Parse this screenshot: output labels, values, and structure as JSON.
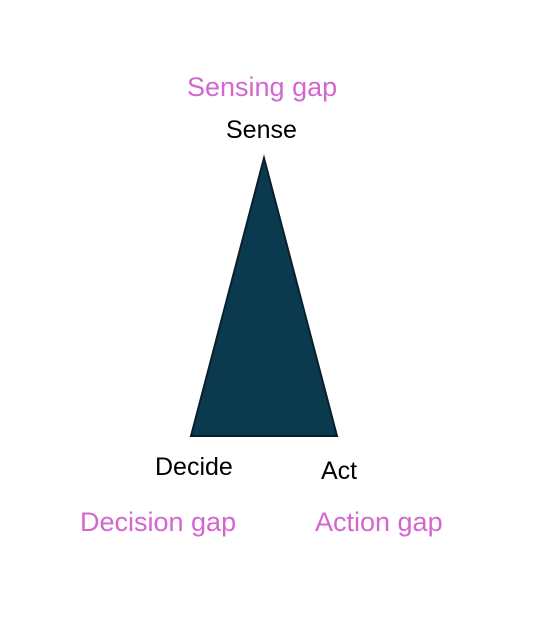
{
  "labels": {
    "sensing_gap": "Sensing gap",
    "sense": "Sense",
    "decide": "Decide",
    "act": "Act",
    "decision_gap": "Decision gap",
    "action_gap": "Action gap"
  },
  "colors": {
    "triangle_fill": "#0b3a4f",
    "triangle_stroke": "#09202c",
    "gap_text": "#d466cf",
    "node_text": "#000000"
  }
}
